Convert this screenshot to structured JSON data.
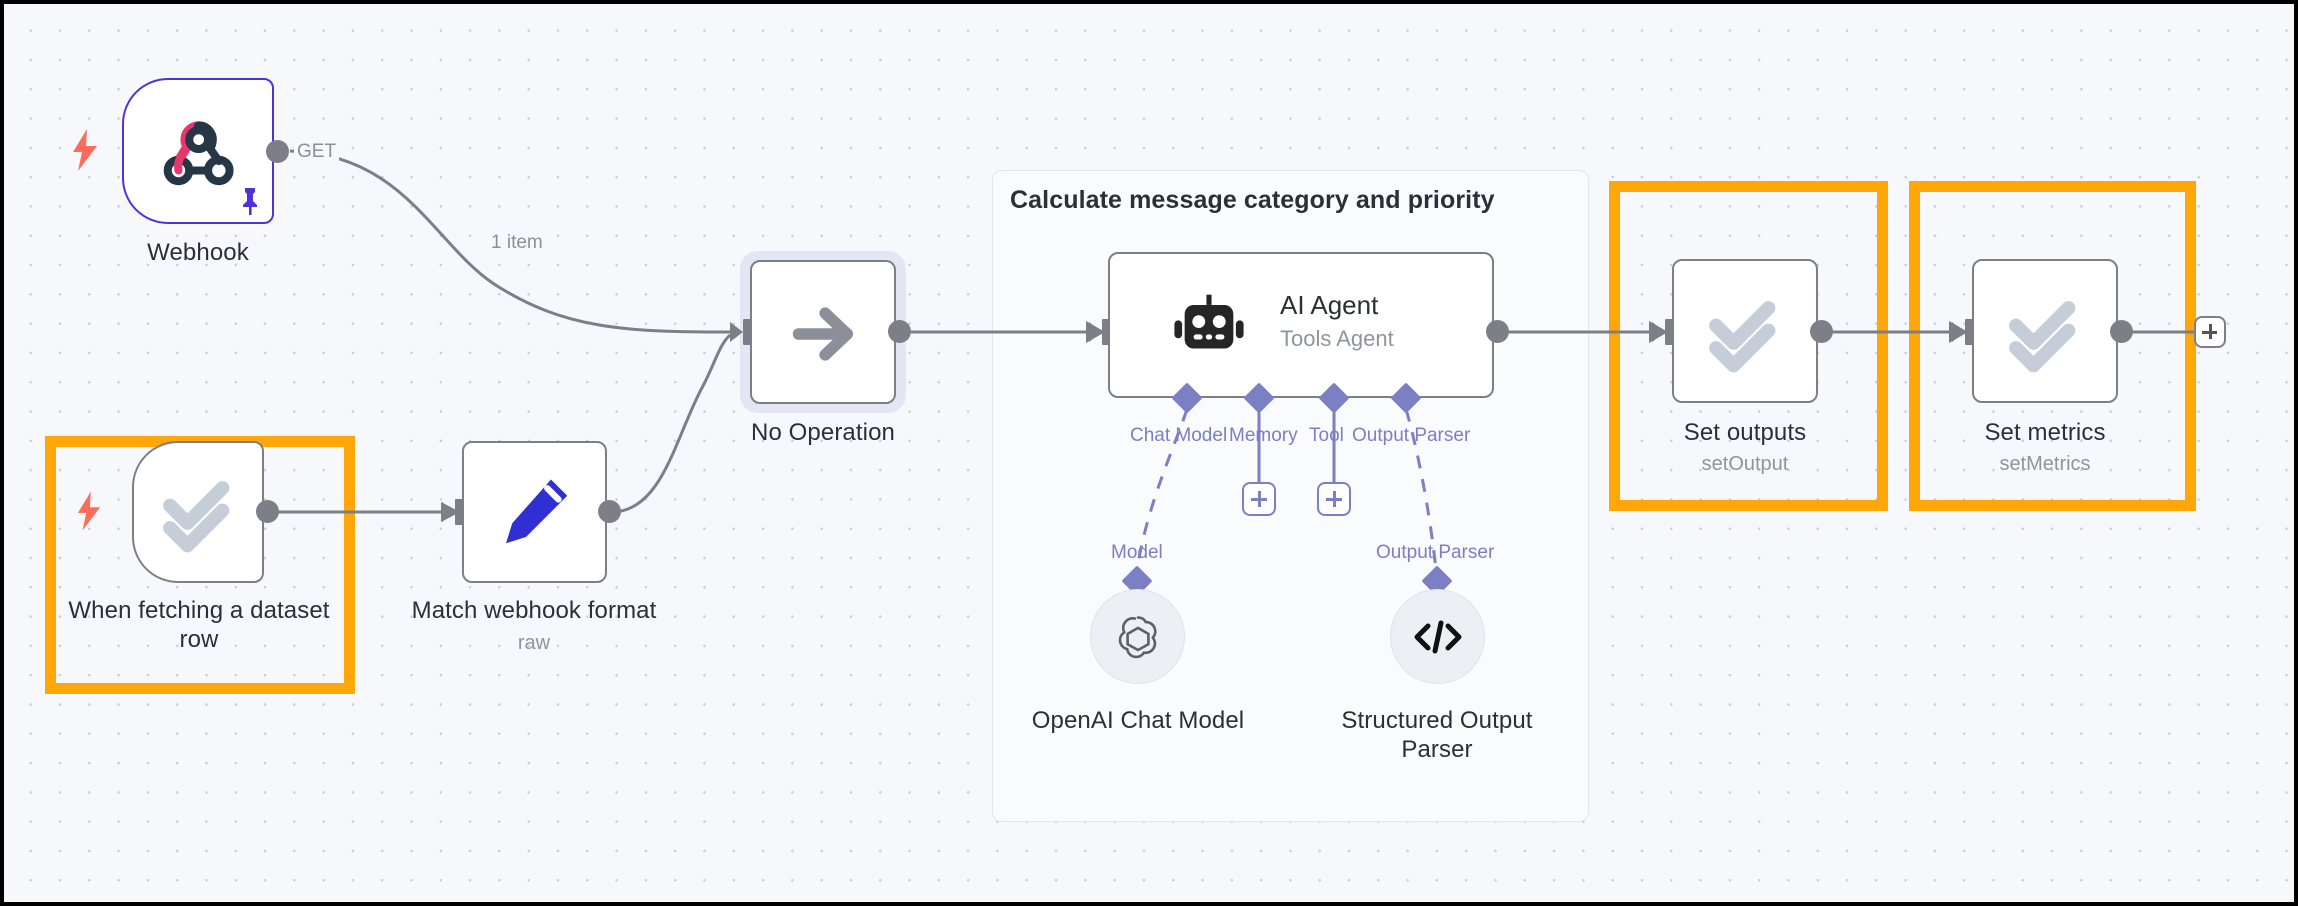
{
  "canvas": {
    "background_color": "#f7f8fb",
    "grid": "dotted",
    "frame_color": "#000000"
  },
  "colors": {
    "highlight": "#ffa60a",
    "node_border": "#7d7f86",
    "trigger_border": "#4f33d9",
    "connector_purple": "#7b7fc4",
    "bolt": "#ff6d5a",
    "pin": "#4f33d9",
    "set_icon": "#c5cdd9",
    "edit_icon": "#2f2fd4",
    "webhook_pink": "#e8376f",
    "webhook_dark": "#253746"
  },
  "nodes": [
    {
      "id": "webhook",
      "label": "Webhook",
      "sublabel": "",
      "icon": "webhook-icon",
      "shape": "trigger",
      "selected": false,
      "pinned": true,
      "has_trigger_bolt": true,
      "highlighted": false
    },
    {
      "id": "when-fetching-dataset-row",
      "label": "When fetching a dataset row",
      "sublabel": "",
      "icon": "double-check-icon",
      "shape": "trigger",
      "selected": false,
      "pinned": false,
      "has_trigger_bolt": true,
      "highlighted": true
    },
    {
      "id": "match-webhook-format",
      "label": "Match webhook format",
      "sublabel": "raw",
      "icon": "pencil-icon",
      "shape": "square",
      "selected": false,
      "pinned": false,
      "has_trigger_bolt": false,
      "highlighted": false
    },
    {
      "id": "no-operation",
      "label": "No Operation",
      "sublabel": "",
      "icon": "arrow-right-icon",
      "shape": "square",
      "selected": true,
      "pinned": false,
      "has_trigger_bolt": false,
      "highlighted": false
    },
    {
      "id": "ai-agent",
      "label": "AI Agent",
      "sublabel": "Tools Agent",
      "icon": "robot-icon",
      "shape": "wide",
      "selected": false,
      "pinned": false,
      "has_trigger_bolt": false,
      "highlighted": false
    },
    {
      "id": "set-outputs",
      "label": "Set outputs",
      "sublabel": "setOutput",
      "icon": "double-check-icon",
      "shape": "square",
      "selected": false,
      "pinned": false,
      "has_trigger_bolt": false,
      "highlighted": true
    },
    {
      "id": "set-metrics",
      "label": "Set metrics",
      "sublabel": "setMetrics",
      "icon": "double-check-icon",
      "shape": "square",
      "selected": false,
      "pinned": false,
      "has_trigger_bolt": false,
      "highlighted": true
    },
    {
      "id": "openai-chat-model",
      "label": "OpenAI Chat Model",
      "sublabel": "",
      "icon": "openai-icon",
      "shape": "circle",
      "selected": false,
      "pinned": false,
      "has_trigger_bolt": false,
      "highlighted": false
    },
    {
      "id": "structured-output-parser",
      "label": "Structured Output Parser",
      "sublabel": "",
      "icon": "code-brackets-icon",
      "shape": "circle",
      "selected": false,
      "pinned": false,
      "has_trigger_bolt": false,
      "highlighted": false
    }
  ],
  "group": {
    "title": "Calculate message category and priority"
  },
  "edge_labels": {
    "webhook_method": "GET",
    "webhook_items": "1 item"
  },
  "agent_ports": [
    {
      "name": "Chat Model",
      "connected": true
    },
    {
      "name": "Memory",
      "connected": false
    },
    {
      "name": "Tool",
      "connected": false
    },
    {
      "name": "Output Parser",
      "connected": true
    }
  ],
  "sub_connection_labels": {
    "model": "Model",
    "output_parser": "Output Parser"
  },
  "add_buttons": {
    "memory_plus": "+",
    "tool_plus": "+",
    "canvas_end_plus": "+"
  }
}
